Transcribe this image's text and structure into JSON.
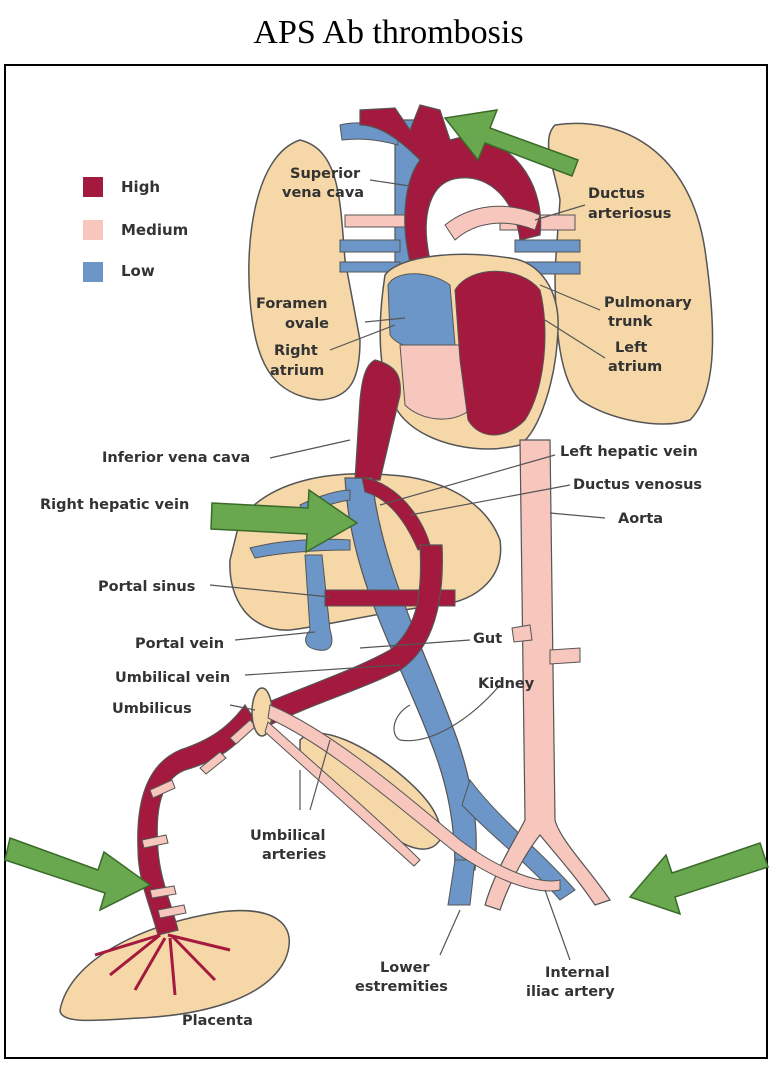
{
  "title": "APS Ab thrombosis",
  "legend": [
    {
      "label": "High",
      "color": "#a31a3e"
    },
    {
      "label": "Medium",
      "color": "#f7c6bd"
    },
    {
      "label": "Low",
      "color": "#6b96c7"
    }
  ],
  "labels": {
    "superior_vena_cava_1": "Superior",
    "superior_vena_cava_2": "vena cava",
    "ductus_arteriosus_1": "Ductus",
    "ductus_arteriosus_2": "arteriosus",
    "foramen_ovale_1": "Foramen",
    "foramen_ovale_2": "ovale",
    "pulmonary_trunk_1": "Pulmonary",
    "pulmonary_trunk_2": "trunk",
    "right_atrium_1": "Right",
    "right_atrium_2": "atrium",
    "left_atrium_1": "Left",
    "left_atrium_2": "atrium",
    "inferior_vena_cava": "Inferior vena cava",
    "left_hepatic_vein": "Left hepatic vein",
    "ductus_venosus": "Ductus venosus",
    "right_hepatic_vein": "Right hepatic vein",
    "aorta": "Aorta",
    "portal_sinus": "Portal sinus",
    "portal_vein": "Portal vein",
    "gut": "Gut",
    "umbilical_vein": "Umbilical vein",
    "kidney": "Kidney",
    "umbilicus": "Umbilicus",
    "umbilical_arteries_1": "Umbilical",
    "umbilical_arteries_2": "arteries",
    "lower_extremities_1": "Lower",
    "lower_extremities_2": "estremities",
    "internal_iliac_artery_1": "Internal",
    "internal_iliac_artery_2": "iliac artery",
    "placenta": "Placenta"
  },
  "colors": {
    "high": "#a31a3e",
    "medium": "#f7c6bd",
    "low": "#6b96c7",
    "tissue": "#f5d7a8",
    "pointer_arrow": "#6aa84f"
  }
}
